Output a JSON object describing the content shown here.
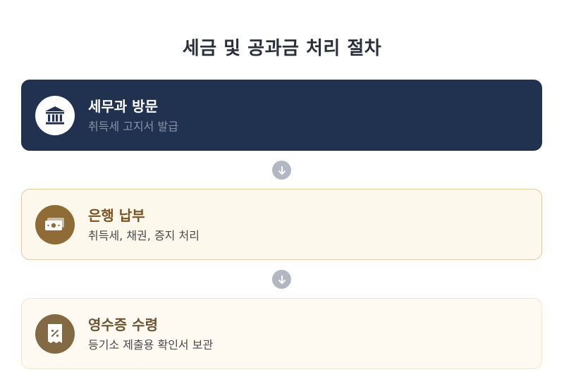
{
  "title": "세금 및 공과금 처리 절차",
  "steps": [
    {
      "title": "세무과 방문",
      "description": "취득세 고지서 발급",
      "icon": "bank-icon",
      "background": "#213150"
    },
    {
      "title": "은행 납부",
      "description": "취득세, 채권, 증지 처리",
      "icon": "money-icon",
      "background": "#fcf8ec"
    },
    {
      "title": "영수증 수령",
      "description": "등기소 제출용 확인서 보관",
      "icon": "receipt-icon",
      "background": "#fffaf1"
    }
  ],
  "connector_icon": "arrow-down-icon",
  "colors": {
    "navy": "#213150",
    "gold": "#8f6b35",
    "connector": "#b3b7c1"
  }
}
